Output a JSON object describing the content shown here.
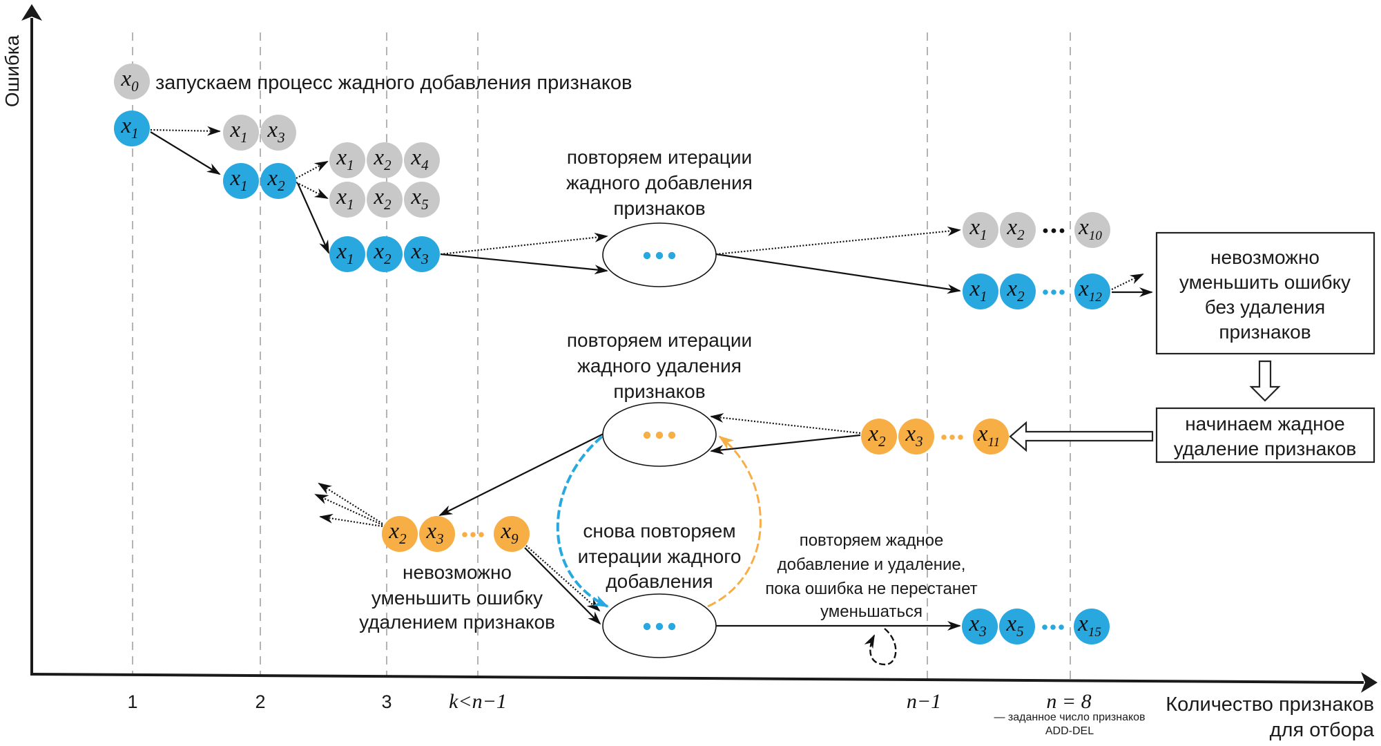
{
  "axes": {
    "y_label": "Ошибка",
    "x_label_lines": [
      "Количество признаков",
      "для отбора"
    ],
    "ticks": [
      {
        "label": "1",
        "italic": false
      },
      {
        "label": "2",
        "italic": false
      },
      {
        "label": "3",
        "italic": false
      },
      {
        "label": "k<n−1",
        "italic": true
      },
      {
        "label": "n−1",
        "italic": true
      },
      {
        "label": "n = 8",
        "italic": true
      }
    ],
    "n_caption_lines": [
      "— заданное число признаков",
      "ADD-DEL"
    ]
  },
  "colors": {
    "blue": "#29a8e0",
    "grey": "#c8c8c8",
    "orange": "#f7ae45",
    "ink": "#111111"
  },
  "start_label": "запускаем процесс жадного добавления признаков",
  "sets": [
    {
      "id": "s0",
      "color": "grey",
      "items": [
        {
          "v": "x",
          "s": "0"
        }
      ]
    },
    {
      "id": "s1",
      "color": "blue",
      "items": [
        {
          "v": "x",
          "s": "1"
        }
      ]
    },
    {
      "id": "s2",
      "color": "grey",
      "items": [
        {
          "v": "x",
          "s": "1"
        },
        {
          "v": "x",
          "s": "3"
        }
      ]
    },
    {
      "id": "s3",
      "color": "blue",
      "items": [
        {
          "v": "x",
          "s": "1"
        },
        {
          "v": "x",
          "s": "2"
        }
      ]
    },
    {
      "id": "s4",
      "color": "grey",
      "items": [
        {
          "v": "x",
          "s": "1"
        },
        {
          "v": "x",
          "s": "2"
        },
        {
          "v": "x",
          "s": "4"
        }
      ]
    },
    {
      "id": "s5",
      "color": "grey",
      "items": [
        {
          "v": "x",
          "s": "1"
        },
        {
          "v": "x",
          "s": "2"
        },
        {
          "v": "x",
          "s": "5"
        }
      ]
    },
    {
      "id": "s6",
      "color": "blue",
      "items": [
        {
          "v": "x",
          "s": "1"
        },
        {
          "v": "x",
          "s": "2"
        },
        {
          "v": "x",
          "s": "3"
        }
      ]
    },
    {
      "id": "s7",
      "color": "grey",
      "items": [
        {
          "v": "x",
          "s": "1"
        },
        {
          "v": "x",
          "s": "2"
        },
        {
          "v": "…"
        },
        {
          "v": "x",
          "s": "10"
        }
      ]
    },
    {
      "id": "s8",
      "color": "blue",
      "items": [
        {
          "v": "x",
          "s": "1"
        },
        {
          "v": "x",
          "s": "2"
        },
        {
          "v": "…"
        },
        {
          "v": "x",
          "s": "12"
        }
      ]
    },
    {
      "id": "s9",
      "color": "orange",
      "items": [
        {
          "v": "x",
          "s": "2"
        },
        {
          "v": "x",
          "s": "3"
        },
        {
          "v": "…"
        },
        {
          "v": "x",
          "s": "11"
        }
      ]
    },
    {
      "id": "s10",
      "color": "orange",
      "items": [
        {
          "v": "x",
          "s": "2"
        },
        {
          "v": "x",
          "s": "3"
        },
        {
          "v": "…"
        },
        {
          "v": "x",
          "s": "9"
        }
      ]
    },
    {
      "id": "s11",
      "color": "blue",
      "items": [
        {
          "v": "x",
          "s": "3"
        },
        {
          "v": "x",
          "s": "5"
        },
        {
          "v": "…"
        },
        {
          "v": "x",
          "s": "15"
        }
      ]
    }
  ],
  "notes": {
    "repeat_add": [
      "повторяем итерации",
      "жадного добавления",
      "признаков"
    ],
    "repeat_del": [
      "повторяем итерации",
      "жадного удаления",
      "признаков"
    ],
    "again_add": [
      "снова повторяем",
      "итерации жадного",
      "добавления"
    ],
    "cannot_by_del": [
      "невозможно",
      "уменьшить ошибку",
      "удалением признаков"
    ],
    "repeat_until": [
      "повторяем жадное",
      "добавление и удаление,",
      "пока ошибка не перестанет",
      "уменьшаться"
    ]
  },
  "boxes": {
    "cannot_without_del": [
      "невозможно",
      "уменьшить ошибку",
      "без удаления",
      "признаков"
    ],
    "start_del": [
      "начинаем жадное",
      "удаление признаков"
    ]
  },
  "ellipses": [
    {
      "id": "e_add",
      "dots_color": "blue",
      "dots": "• • •"
    },
    {
      "id": "e_del",
      "dots_color": "orange",
      "dots": "• • •"
    },
    {
      "id": "e_add2",
      "dots_color": "blue",
      "dots": "• • •"
    }
  ]
}
